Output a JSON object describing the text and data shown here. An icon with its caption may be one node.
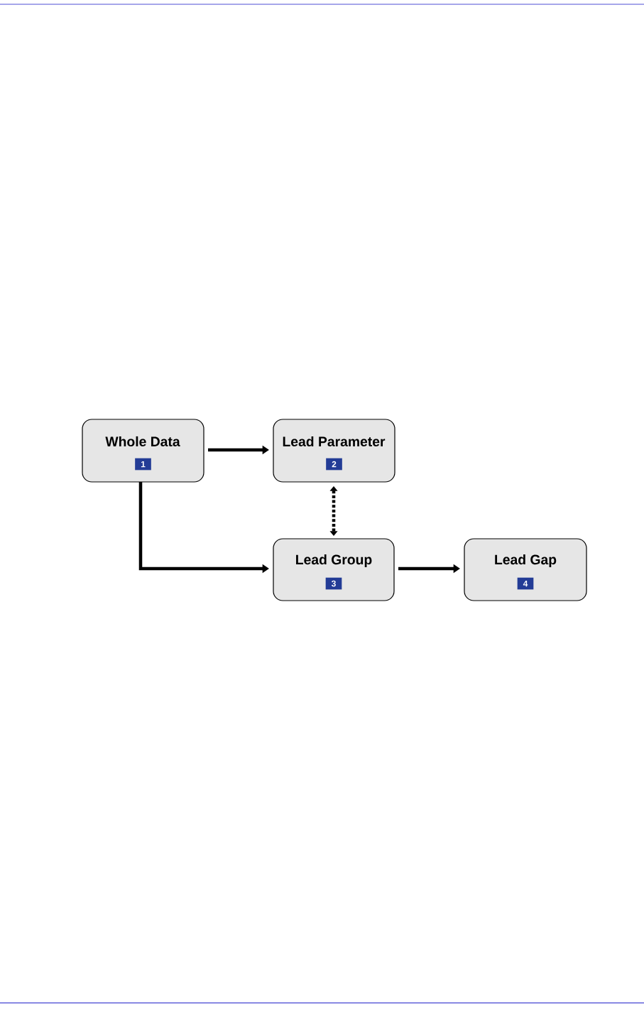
{
  "diagram": {
    "nodes": [
      {
        "text": [
          "Whole Data",
          "1"
        ]
      },
      {
        "text": [
          "Lead Parameter",
          "2"
        ]
      },
      {
        "text": [
          "Lead Group",
          "3"
        ]
      },
      {
        "text": [
          "Lead Gap",
          "4"
        ]
      }
    ],
    "edges": [
      {
        "from": 0,
        "to": 1,
        "arrow": "to"
      },
      {
        "from": 0,
        "to": 2,
        "arrow": "to"
      },
      {
        "from": 1,
        "to": 2,
        "arrow": "both",
        "style": "dashed"
      },
      {
        "from": 2,
        "to": 3,
        "arrow": "to"
      }
    ]
  }
}
